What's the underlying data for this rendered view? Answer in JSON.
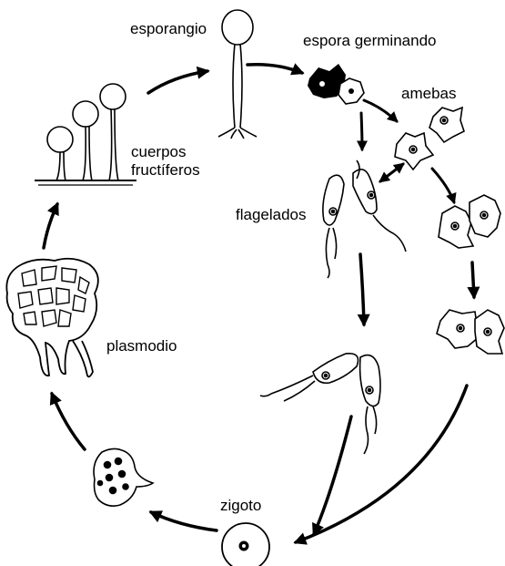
{
  "labels": {
    "sporangium": "esporangio",
    "germinating_spore": "espora germinando",
    "amoebae": "amebas",
    "fruiting_bodies_line1": "cuerpos",
    "fruiting_bodies_line2": "fructíferos",
    "flagellates": "flagelados",
    "plasmodium": "plasmodio",
    "zygote": "zigoto"
  },
  "colors": {
    "ink": "#000000",
    "background": "#ffffff"
  }
}
